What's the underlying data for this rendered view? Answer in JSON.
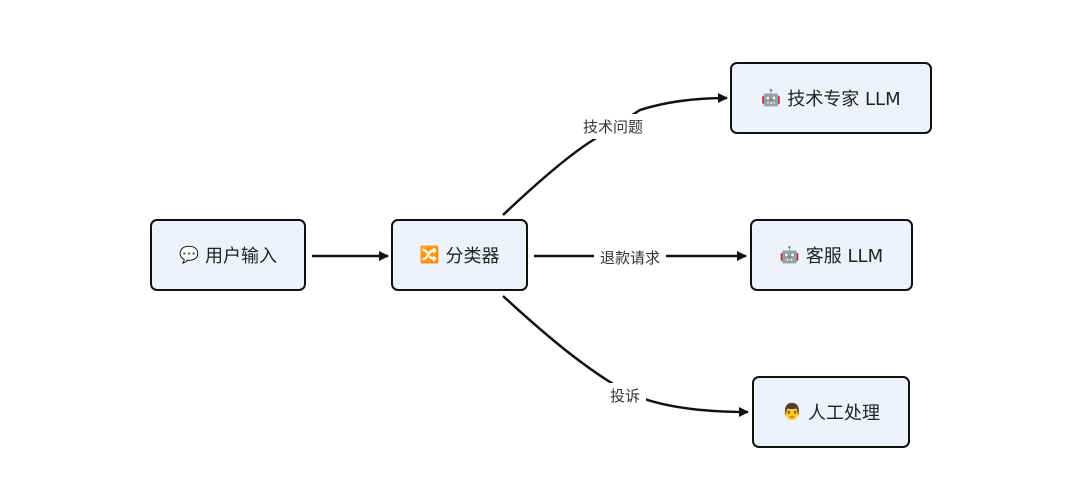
{
  "nodes": {
    "user_input": {
      "icon": "💬",
      "icon_name": "speech-bubble-icon",
      "label": "用户输入"
    },
    "classifier": {
      "icon": "🔀",
      "icon_name": "shuffle-icon",
      "label": "分类器"
    },
    "tech_expert": {
      "icon": "🤖",
      "icon_name": "robot-icon",
      "label": "技术专家 LLM"
    },
    "customer_service": {
      "icon": "🤖",
      "icon_name": "robot-icon",
      "label": "客服 LLM"
    },
    "human": {
      "icon": "👨",
      "icon_name": "person-icon",
      "label": "人工处理"
    }
  },
  "edges": [
    {
      "from": "user_input",
      "to": "classifier",
      "label": ""
    },
    {
      "from": "classifier",
      "to": "tech_expert",
      "label": "技术问题"
    },
    {
      "from": "classifier",
      "to": "customer_service",
      "label": "退款请求"
    },
    {
      "from": "classifier",
      "to": "human",
      "label": "投诉"
    }
  ],
  "colors": {
    "node_fill": "#eef2fb",
    "node_border": "#111111",
    "edge": "#111111"
  }
}
